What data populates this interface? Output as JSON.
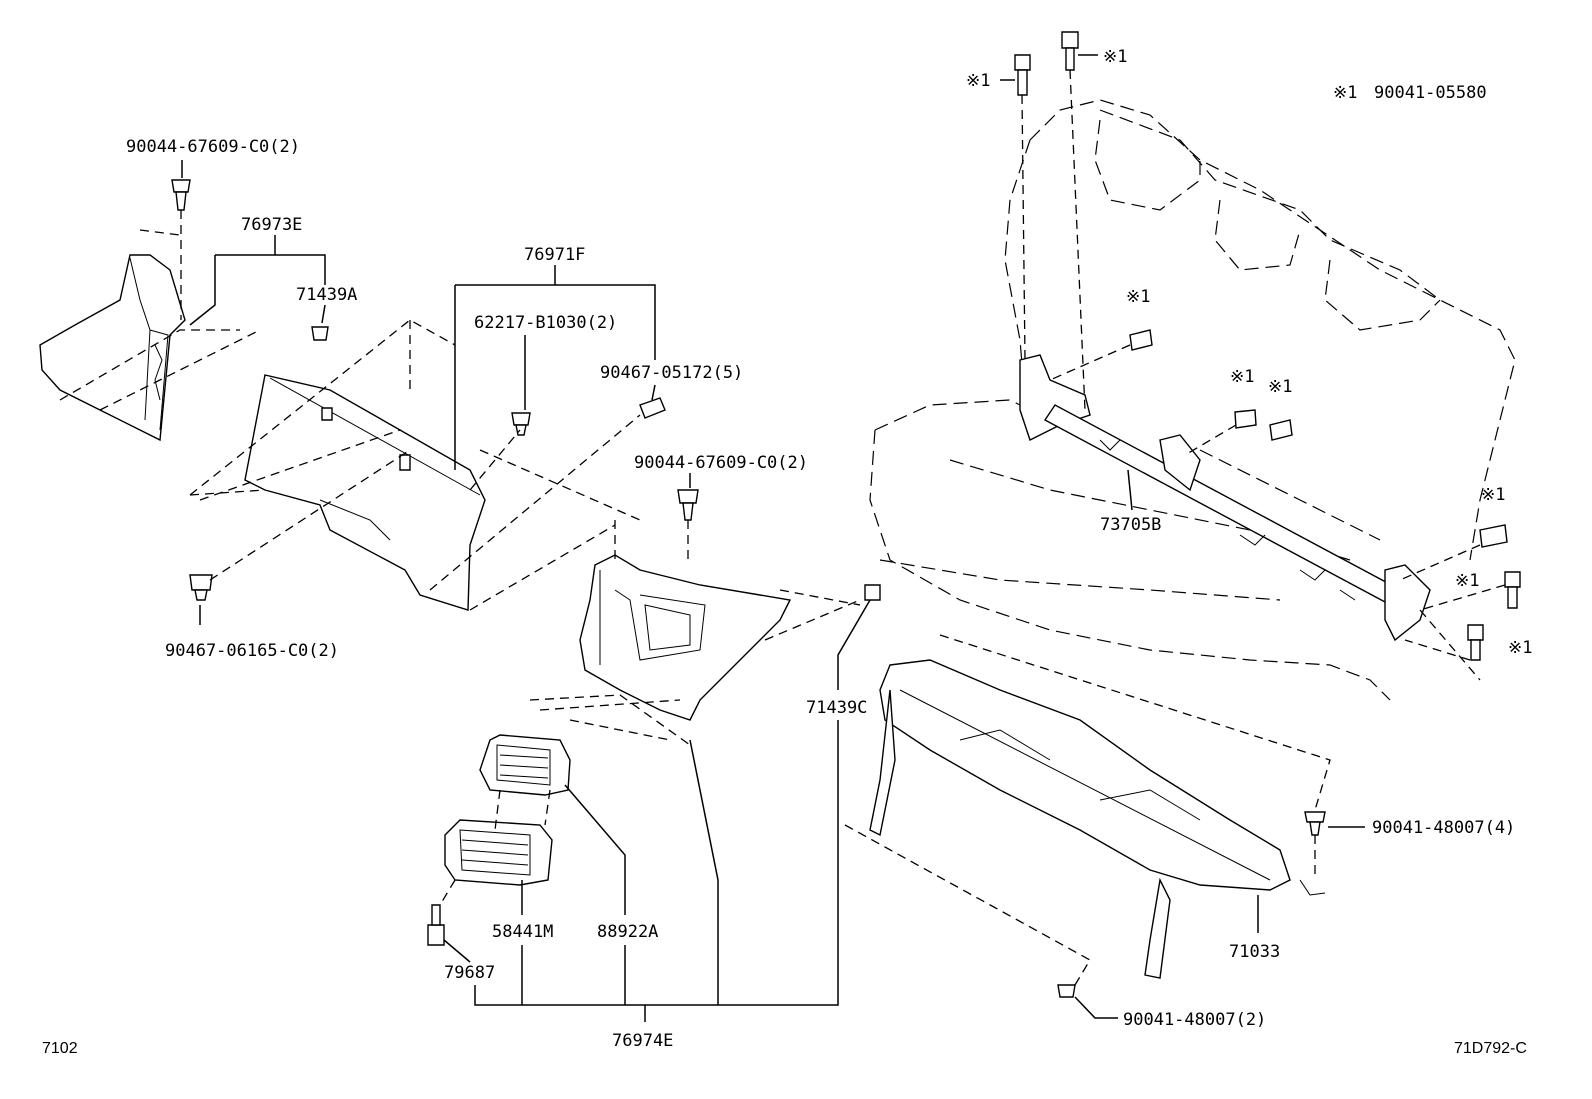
{
  "note": {
    "symbol": "※1",
    "part_no": "90041-05580"
  },
  "labels": {
    "p_90044_top": "90044-67609-C0(2)",
    "p_76973E": "76973E",
    "p_71439A": "71439A",
    "p_76971F": "76971F",
    "p_62217": "62217-B1030(2)",
    "p_90467_05172": "90467-05172(5)",
    "p_90044_mid": "90044-67609-C0(2)",
    "p_90467_06165": "90467-06165-C0(2)",
    "p_71439C": "71439C",
    "p_58441M": "58441M",
    "p_88922A": "88922A",
    "p_79687": "79687",
    "p_76974E": "76974E",
    "p_73705B": "73705B",
    "p_90041_48007_4": "90041-48007(4)",
    "p_71033": "71033",
    "p_90041_48007_2": "90041-48007(2)",
    "mark_1": "※1",
    "mark_2": "※1",
    "mark_3": "※1",
    "mark_4": "※1",
    "mark_5": "※1",
    "mark_6": "※1",
    "mark_7": "※1",
    "mark_8": "※1"
  },
  "footer": {
    "left_code": "7102",
    "right_code": "71D792-C"
  }
}
